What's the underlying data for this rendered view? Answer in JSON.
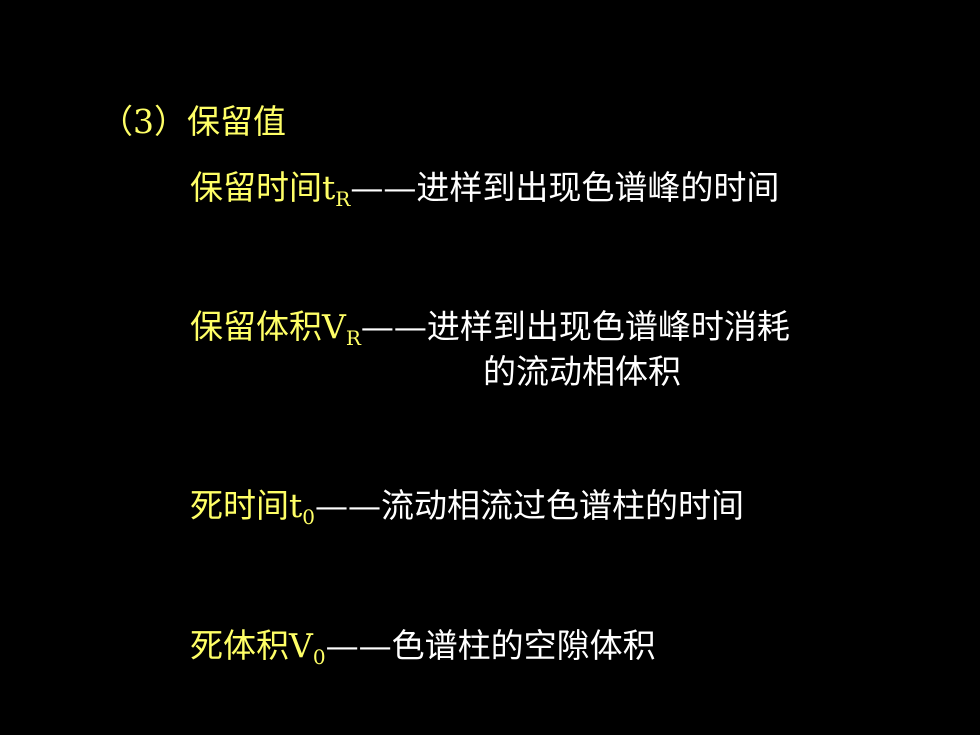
{
  "heading": "（3）保留值",
  "items": [
    {
      "term_main": "保留时间t",
      "term_sub": "R",
      "dash": "——",
      "definition": "进样到出现色谱峰的时间",
      "definition_cont": ""
    },
    {
      "term_main": "保留体积V",
      "term_sub": "R",
      "dash": "——",
      "definition": "进样到出现色谱峰时消耗",
      "definition_cont": "的流动相体积"
    },
    {
      "term_main": "死时间t",
      "term_sub": "0",
      "dash": "——",
      "definition": "流动相流过色谱柱的时间",
      "definition_cont": ""
    },
    {
      "term_main": "死体积V",
      "term_sub": "0",
      "dash": "——",
      "definition": "色谱柱的空隙体积",
      "definition_cont": ""
    }
  ],
  "colors": {
    "background": "#000000",
    "term": "#ffff66",
    "definition": "#ffffff"
  }
}
